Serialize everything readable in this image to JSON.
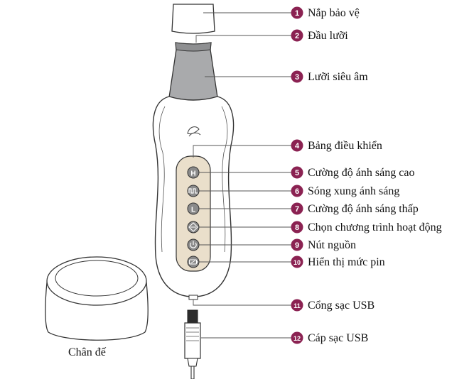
{
  "colors": {
    "accent": "#8B2252",
    "outline": "#333333",
    "blade": "#A9AAAC",
    "panel": "#EADFCB",
    "button": "#8A8A8A"
  },
  "labels": [
    {
      "number": "1",
      "text": "Nắp bảo vệ"
    },
    {
      "number": "2",
      "text": "Đầu lưỡi"
    },
    {
      "number": "3",
      "text": "Lưỡi siêu âm"
    },
    {
      "number": "4",
      "text": "Bảng điều khiển"
    },
    {
      "number": "5",
      "text": "Cường độ ánh sáng cao"
    },
    {
      "number": "6",
      "text": "Sóng xung ánh sáng"
    },
    {
      "number": "7",
      "text": "Cường độ ánh sáng thấp"
    },
    {
      "number": "8",
      "text": "Chọn chương trình hoạt động"
    },
    {
      "number": "9",
      "text": "Nút nguồn"
    },
    {
      "number": "10",
      "text": "Hiển thị mức pin"
    },
    {
      "number": "11",
      "text": "Cổng sạc USB"
    },
    {
      "number": "12",
      "text": "Cáp sạc USB"
    }
  ],
  "buttons": {
    "high_glyph": "H",
    "low_glyph": "L"
  },
  "base_label": "Chân đế",
  "icons": [
    "leaf-logo-icon",
    "h-button-icon",
    "pulse-wave-icon",
    "l-button-icon",
    "mode-select-icon",
    "power-icon",
    "battery-icon"
  ]
}
